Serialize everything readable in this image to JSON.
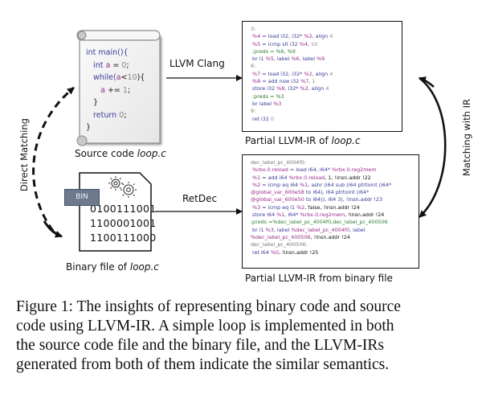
{
  "source": {
    "caption_prefix": "Source code ",
    "caption_file": "loop.c",
    "code_lines": [
      [
        {
          "t": "int main(){",
          "c": "kw"
        }
      ],
      [
        {
          "t": "   int ",
          "c": "kw"
        },
        {
          "t": "a",
          "c": "var"
        },
        {
          "t": " = ",
          "c": "bk"
        },
        {
          "t": "0",
          "c": "num"
        },
        {
          "t": ";",
          "c": "bk"
        }
      ],
      [
        {
          "t": "   while(",
          "c": "kw"
        },
        {
          "t": "a",
          "c": "var"
        },
        {
          "t": "<",
          "c": "bk"
        },
        {
          "t": "10",
          "c": "num"
        },
        {
          "t": "){",
          "c": "bk"
        }
      ],
      [
        {
          "t": "      a",
          "c": "var"
        },
        {
          "t": " += ",
          "c": "bk"
        },
        {
          "t": "1",
          "c": "num"
        },
        {
          "t": ";",
          "c": "bk"
        }
      ],
      [
        {
          "t": "   }",
          "c": "bk"
        }
      ],
      [
        {
          "t": "   return ",
          "c": "kw"
        },
        {
          "t": "0",
          "c": "num"
        },
        {
          "t": ";",
          "c": "bk"
        }
      ],
      [
        {
          "t": "}",
          "c": "bk"
        }
      ]
    ]
  },
  "binary": {
    "tag": "BIN",
    "digits": [
      "0100111001",
      "1100001001",
      "1100111000"
    ],
    "caption_prefix": "Binary file of ",
    "caption_file": "loop.c"
  },
  "arrows": {
    "clang_label": "LLVM Clang",
    "retdec_label": "RetDec",
    "direct_matching_label": "Direct Matching",
    "ir_matching_label": "Matching with IR"
  },
  "ir_source": {
    "caption_prefix": "Partial LLVM-IR of ",
    "caption_file": "loop.c",
    "lines": [
      [
        {
          "t": "3:",
          "c": "lbl"
        }
      ],
      [
        {
          "t": " %4",
          "c": "var"
        },
        {
          "t": " = load i32, i32* ",
          "c": "kw"
        },
        {
          "t": "%2",
          "c": "var"
        },
        {
          "t": ", align ",
          "c": "kw"
        },
        {
          "t": "4",
          "c": "num"
        }
      ],
      [
        {
          "t": " %5",
          "c": "var"
        },
        {
          "t": " = icmp slt i32 ",
          "c": "kw"
        },
        {
          "t": "%4",
          "c": "var"
        },
        {
          "t": ", ",
          "c": "kw"
        },
        {
          "t": "10",
          "c": "num"
        }
      ],
      [
        {
          "t": " ;preds = %6, %9",
          "c": "cm"
        }
      ],
      [
        {
          "t": " br i1 ",
          "c": "kw"
        },
        {
          "t": "%5",
          "c": "var"
        },
        {
          "t": ", label ",
          "c": "kw"
        },
        {
          "t": "%6",
          "c": "var"
        },
        {
          "t": ", label ",
          "c": "kw"
        },
        {
          "t": "%9",
          "c": "var"
        }
      ],
      [
        {
          "t": "6:",
          "c": "lbl"
        }
      ],
      [
        {
          "t": " %7",
          "c": "var"
        },
        {
          "t": " = load i32, i32* ",
          "c": "kw"
        },
        {
          "t": "%2",
          "c": "var"
        },
        {
          "t": ", align ",
          "c": "kw"
        },
        {
          "t": "4",
          "c": "num"
        }
      ],
      [
        {
          "t": " %8",
          "c": "var"
        },
        {
          "t": " = add nsw i32 ",
          "c": "kw"
        },
        {
          "t": "%7",
          "c": "var"
        },
        {
          "t": ", ",
          "c": "kw"
        },
        {
          "t": "1",
          "c": "num"
        }
      ],
      [
        {
          "t": " store i32 ",
          "c": "kw"
        },
        {
          "t": "%8",
          "c": "var"
        },
        {
          "t": ", i32* ",
          "c": "kw"
        },
        {
          "t": "%2",
          "c": "var"
        },
        {
          "t": ", align ",
          "c": "kw"
        },
        {
          "t": "4",
          "c": "num"
        }
      ],
      [
        {
          "t": " ;preds = %3",
          "c": "cm"
        }
      ],
      [
        {
          "t": " br label ",
          "c": "kw"
        },
        {
          "t": "%3",
          "c": "var"
        }
      ],
      [
        {
          "t": "9:",
          "c": "lbl"
        }
      ],
      [
        {
          "t": " ret i32 ",
          "c": "kw"
        },
        {
          "t": "0",
          "c": "num"
        }
      ]
    ]
  },
  "ir_binary": {
    "caption": "Partial LLVM-IR from binary file",
    "lines": [
      [
        {
          "t": "dec_label_pc_4004f0:",
          "c": "lbl"
        }
      ],
      [
        {
          "t": " %rbx.0.reload",
          "c": "var"
        },
        {
          "t": " = load i64, i64* ",
          "c": "kw"
        },
        {
          "t": "%rbx.0.reg2mem",
          "c": "var"
        }
      ],
      [
        {
          "t": " %1",
          "c": "var"
        },
        {
          "t": " = add i64 ",
          "c": "kw"
        },
        {
          "t": "%rbx.0.reload",
          "c": "var"
        },
        {
          "t": ", 1, !insn.addr !22",
          "c": "bk"
        }
      ],
      [
        {
          "t": " %2",
          "c": "var"
        },
        {
          "t": " = icmp eq i64 ",
          "c": "kw"
        },
        {
          "t": "%1",
          "c": "var"
        },
        {
          "t": ", ashr (i64 sub (i64 ptrtoint (i64*",
          "c": "kw"
        }
      ],
      [
        {
          "t": "@global_var_600e58",
          "c": "var"
        },
        {
          "t": " to i64), i64 ptrtoint (i64*",
          "c": "kw"
        }
      ],
      [
        {
          "t": "@global_var_600e50",
          "c": "var"
        },
        {
          "t": " to i64)), i64 3), !insn.addr !23",
          "c": "kw"
        }
      ],
      [
        {
          "t": " %3",
          "c": "var"
        },
        {
          "t": " = icmp eq i1 ",
          "c": "kw"
        },
        {
          "t": "%2",
          "c": "var"
        },
        {
          "t": ", false, !insn.addr !24",
          "c": "bk"
        }
      ],
      [
        {
          "t": " store i64 ",
          "c": "kw"
        },
        {
          "t": "%1",
          "c": "var"
        },
        {
          "t": ", i64* ",
          "c": "kw"
        },
        {
          "t": "%rbx.0.reg2mem",
          "c": "var"
        },
        {
          "t": ", !insn.addr !24",
          "c": "bk"
        }
      ],
      [
        {
          "t": ";preds =%dec_label_pc_4004f0,dec_label_pc_400506",
          "c": "cm"
        }
      ],
      [
        {
          "t": " br i1 ",
          "c": "kw"
        },
        {
          "t": "%3",
          "c": "var"
        },
        {
          "t": ", label ",
          "c": "kw"
        },
        {
          "t": "%dec_label_pc_4004f0",
          "c": "var"
        },
        {
          "t": ", label",
          "c": "kw"
        }
      ],
      [
        {
          "t": "%dec_label_pc_400506",
          "c": "var"
        },
        {
          "t": ", !insn.addr !24",
          "c": "bk"
        }
      ],
      [
        {
          "t": "dec_label_pc_400506:",
          "c": "lbl"
        }
      ],
      [
        {
          "t": " ret i64 ",
          "c": "kw"
        },
        {
          "t": "%0",
          "c": "var"
        },
        {
          "t": ", !insn.addr !25",
          "c": "bk"
        }
      ]
    ]
  },
  "caption": {
    "lines": [
      "Figure 1: The insights of representing binary code and source",
      "code using LLVM-IR. A simple loop is implemented in both",
      "the source code file and the binary file, and the LLVM-IRs",
      "generated from both of them indicate the similar semantics."
    ]
  }
}
